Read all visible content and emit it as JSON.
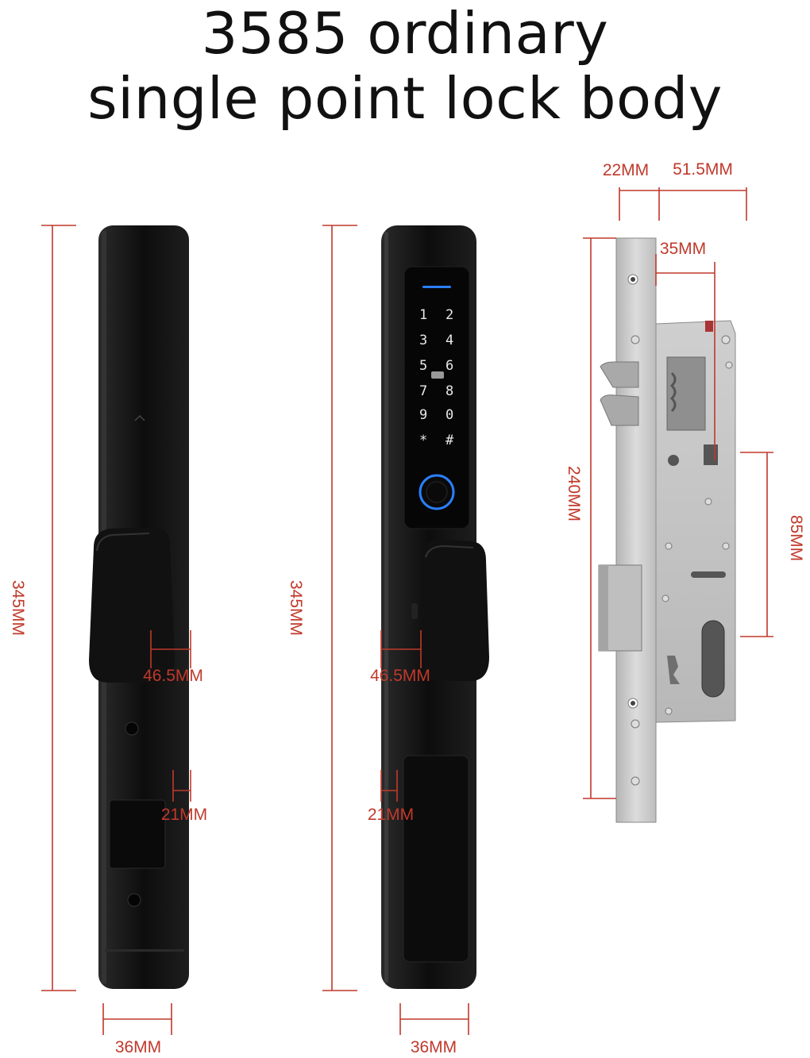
{
  "title": {
    "line1": "3585 ordinary",
    "line2": "single point lock body"
  },
  "dimensions": {
    "height_left": "345MM",
    "height_middle": "345MM",
    "handle_width_left": "46.5MM",
    "handle_width_middle": "46.5MM",
    "thickness_left": "21MM",
    "thickness_middle": "21MM",
    "width_left": "36MM",
    "width_middle": "36MM",
    "backset_faceplate": "22MM",
    "backset_case": "51.5MM",
    "backset": "35MM",
    "case_height": "240MM",
    "center_distance": "85MM"
  },
  "keypad": {
    "keys": [
      "1",
      "2",
      "3",
      "4",
      "5",
      "6",
      "7",
      "8",
      "9",
      "0",
      "*",
      "#"
    ]
  },
  "colors": {
    "dimension_line": "#c0392b",
    "lock_body": "#151515",
    "keypad_backlight": "#2a7fff",
    "steel": "#c9c9c9"
  },
  "icons": {
    "fingerprint": "fingerprint-sensor-icon",
    "card": "card-reader-icon"
  }
}
